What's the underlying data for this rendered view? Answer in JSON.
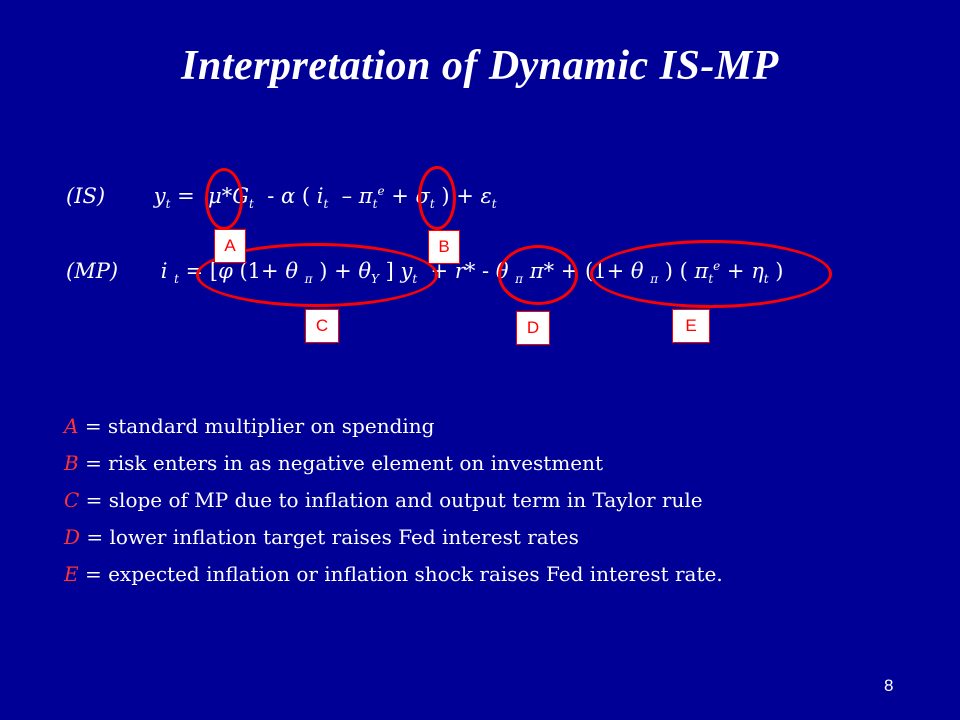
{
  "slide": {
    "title": "Interpretation of Dynamic IS-MP",
    "page_number": "8"
  },
  "equations": {
    "is_label": "(IS)",
    "mp_label": "(MP)"
  },
  "markers": {
    "A": "A",
    "B": "B",
    "C": "C",
    "D": "D",
    "E": "E"
  },
  "definitions": [
    {
      "key": "A",
      "text": "= standard multiplier on spending"
    },
    {
      "key": "B",
      "text": "= risk enters in as negative element on investment"
    },
    {
      "key": "C",
      "text": "= slope of MP due to inflation and output term in Taylor rule"
    },
    {
      "key": "D",
      "text": "= lower inflation target raises Fed interest rates"
    },
    {
      "key": "E",
      "text": "= expected inflation or inflation shock raises Fed interest rate."
    }
  ],
  "colors": {
    "background": "#000096",
    "highlight": "#ff0000",
    "text": "#ffffff"
  }
}
